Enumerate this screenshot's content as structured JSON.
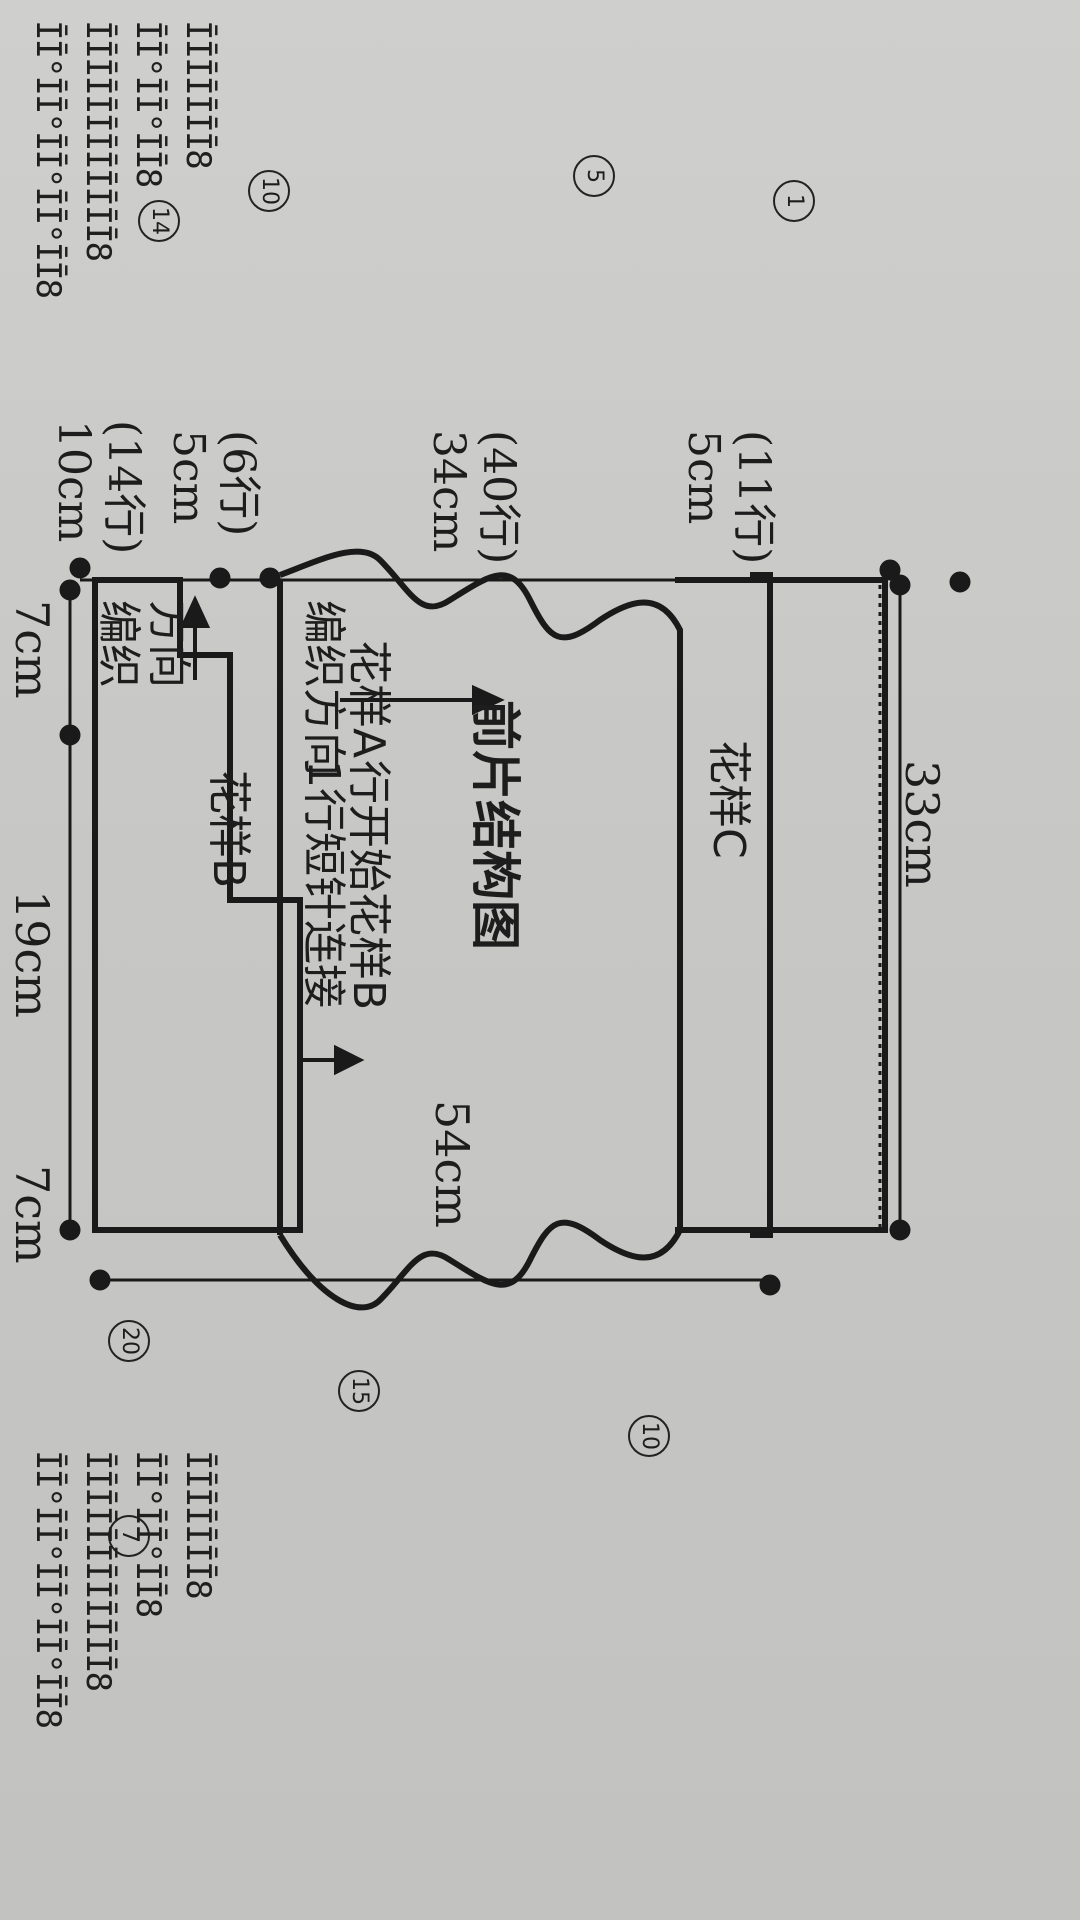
{
  "diagram": {
    "title": "前片结构图",
    "panel_labels": {
      "pattern_b": "花样B",
      "pattern_c": "花样C",
      "pattern_a": "花样A",
      "knit_direction_right": "编织方向",
      "knit_direction_upper_1": "编织",
      "knit_direction_upper_2": "方向",
      "short_row_note_1": "1行短针连接",
      "short_row_note_2": "行开始花样B"
    },
    "dimensions": {
      "top_left": "7cm",
      "top_middle": "19cm",
      "top_right": "7cm",
      "height": "54cm",
      "bottom_width": "33cm",
      "right_1_a": "10cm",
      "right_1_b": "(14行)",
      "right_2_a": "5cm",
      "right_2_b": "(6行)",
      "right_3_a": "34cm",
      "right_3_b": "(40行)",
      "right_4_a": "5cm",
      "right_4_b": "(11行)"
    },
    "row_markers": {
      "left": [
        "20",
        "15",
        "10",
        "7"
      ],
      "right": [
        "14",
        "10",
        "5",
        "1"
      ]
    },
    "stitch_rows": {
      "row_a": "ĪĪ°ĪĪ°ĪĪ°ĪĪ°ĪĪ8",
      "row_b": "ĪĪĪĪĪĪĪĪĪĪĪĪ8",
      "row_c": "ĪĪ°ĪĪ°ĪĪ8",
      "row_d": "ĪĪĪĪĪĪĪ8"
    }
  }
}
